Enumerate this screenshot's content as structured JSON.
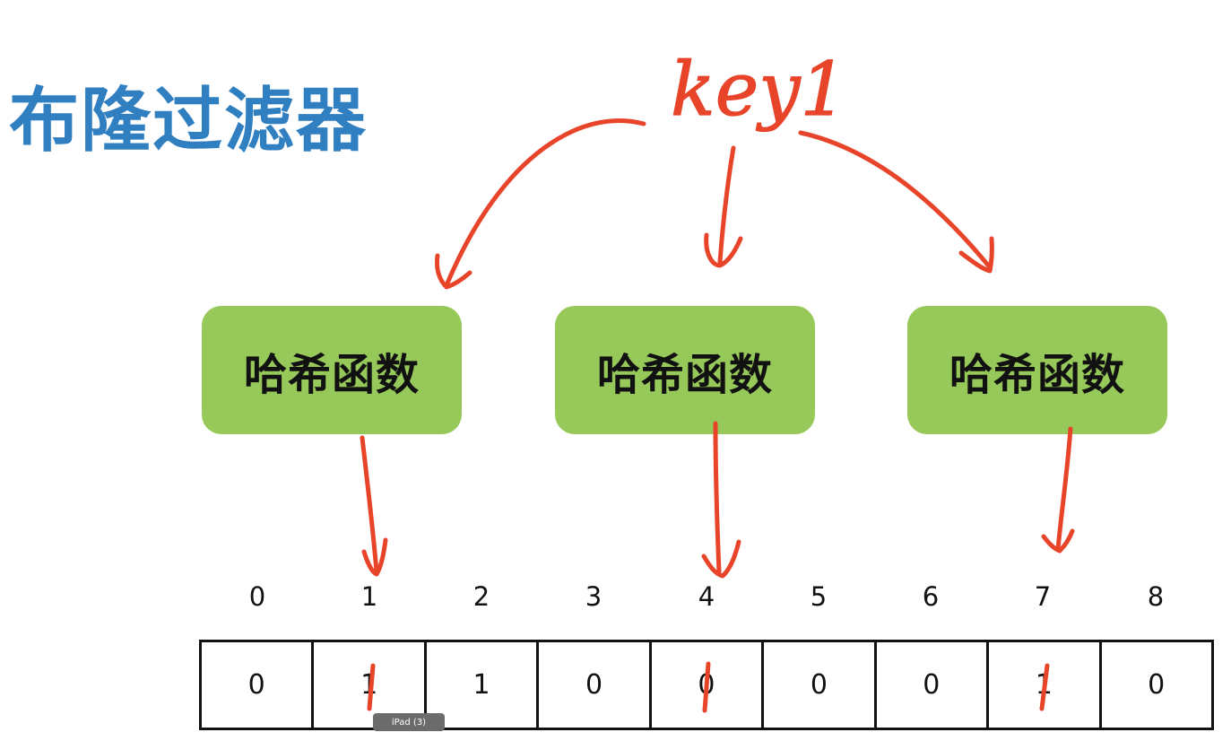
{
  "title": "布隆过滤器",
  "key_label": "key1",
  "hash_function_label": "哈希函数",
  "indices": [
    "0",
    "1",
    "2",
    "3",
    "4",
    "5",
    "6",
    "7",
    "8"
  ],
  "bits": [
    "0",
    "1",
    "1",
    "0",
    "0",
    "0",
    "0",
    "1",
    "0"
  ],
  "ipad_tag": "iPad (3)",
  "colors": {
    "title": "#2f7fc1",
    "hash_box": "#97c95a",
    "ink": "#e8442a"
  }
}
